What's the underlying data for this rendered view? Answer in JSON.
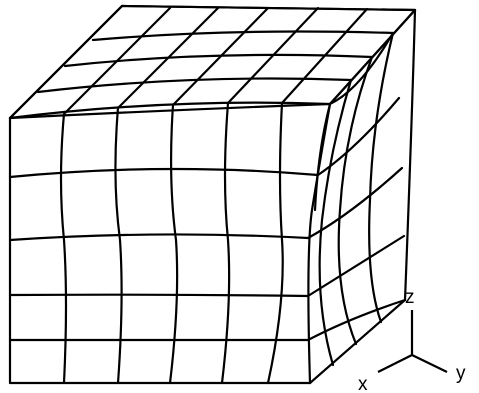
{
  "figure": {
    "type": "deformed-mesh-cube",
    "line_color": "#000000",
    "background": "#ffffff",
    "mesh": {
      "front_face_cells": [
        6,
        5
      ],
      "top_face_cells": [
        6,
        4
      ],
      "side_face_cells": [
        4,
        5
      ]
    }
  },
  "axes": {
    "z": "z",
    "x": "x",
    "y": "y"
  }
}
